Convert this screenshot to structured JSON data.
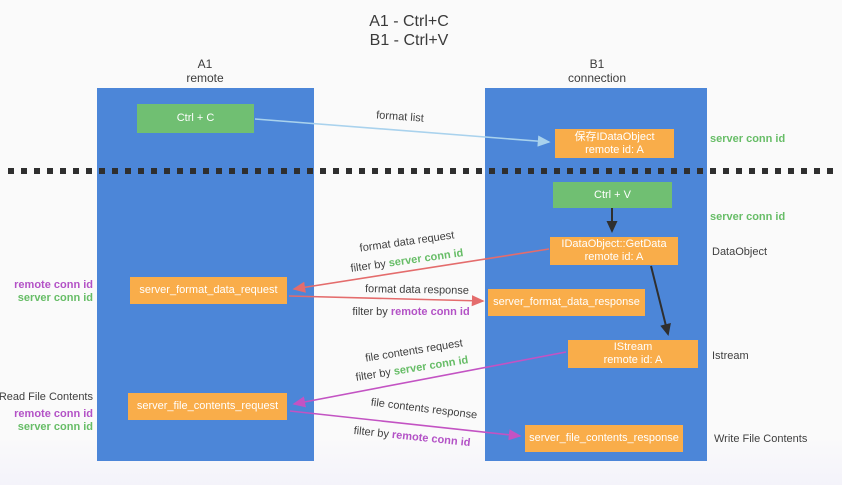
{
  "title": {
    "line1": "A1 - Ctrl+C",
    "line2": "B1 - Ctrl+V"
  },
  "lanes": {
    "left": {
      "title": "A1",
      "subtitle": "remote"
    },
    "right": {
      "title": "B1",
      "subtitle": "connection"
    }
  },
  "nodes": {
    "ctrl_c": "Ctrl + C",
    "ctrl_v": "Ctrl + V",
    "save_dataobject": {
      "line1": "保存IDataObject",
      "line2": "remote id: A"
    },
    "getdata": {
      "line1": "IDataObject::GetData",
      "line2": "remote id: A"
    },
    "istream": {
      "line1": "IStream",
      "line2": "remote id: A"
    },
    "format_request": "server_format_data_request",
    "format_response": "server_format_data_response",
    "file_request": "server_file_contents_request",
    "file_response": "server_file_contents_response"
  },
  "arrow_labels": {
    "format_list": "format list",
    "format_data_request": "format data request",
    "filter_server_1": {
      "prefix": "filter by ",
      "highlight": "server conn id"
    },
    "format_data_response": "format data response",
    "filter_remote_1": {
      "prefix": "filter by ",
      "highlight": "remote conn id"
    },
    "file_contents_request": "file contents request",
    "filter_server_2": {
      "prefix": "filter by ",
      "highlight": "server conn id"
    },
    "file_contents_response": "file contents response",
    "filter_remote_2": {
      "prefix": "filter by ",
      "highlight": "remote conn id"
    }
  },
  "side_labels": {
    "right_server_conn_1": "server conn id",
    "right_server_conn_2": "server conn id",
    "dataobject": "DataObject",
    "istream": "Istream",
    "write_file": "Write File Contents",
    "left_remote_conn_1": "remote conn id",
    "left_server_conn_1": "server conn id",
    "read_file": "Read File Contents",
    "left_remote_conn_2": "remote conn id",
    "left_server_conn_2": "server conn id"
  },
  "colors": {
    "lane_blue": "#4c86d8",
    "box_orange": "#f9ad4a",
    "box_green": "#70bf72",
    "arrow_red": "#e46c6c",
    "arrow_magenta": "#c353c3",
    "arrow_lightblue": "#a9d2ed",
    "arrow_black": "#2f2f2f",
    "text_green": "#67bd67",
    "text_purple": "#b352c6",
    "text_dark": "#3f3f3f"
  }
}
